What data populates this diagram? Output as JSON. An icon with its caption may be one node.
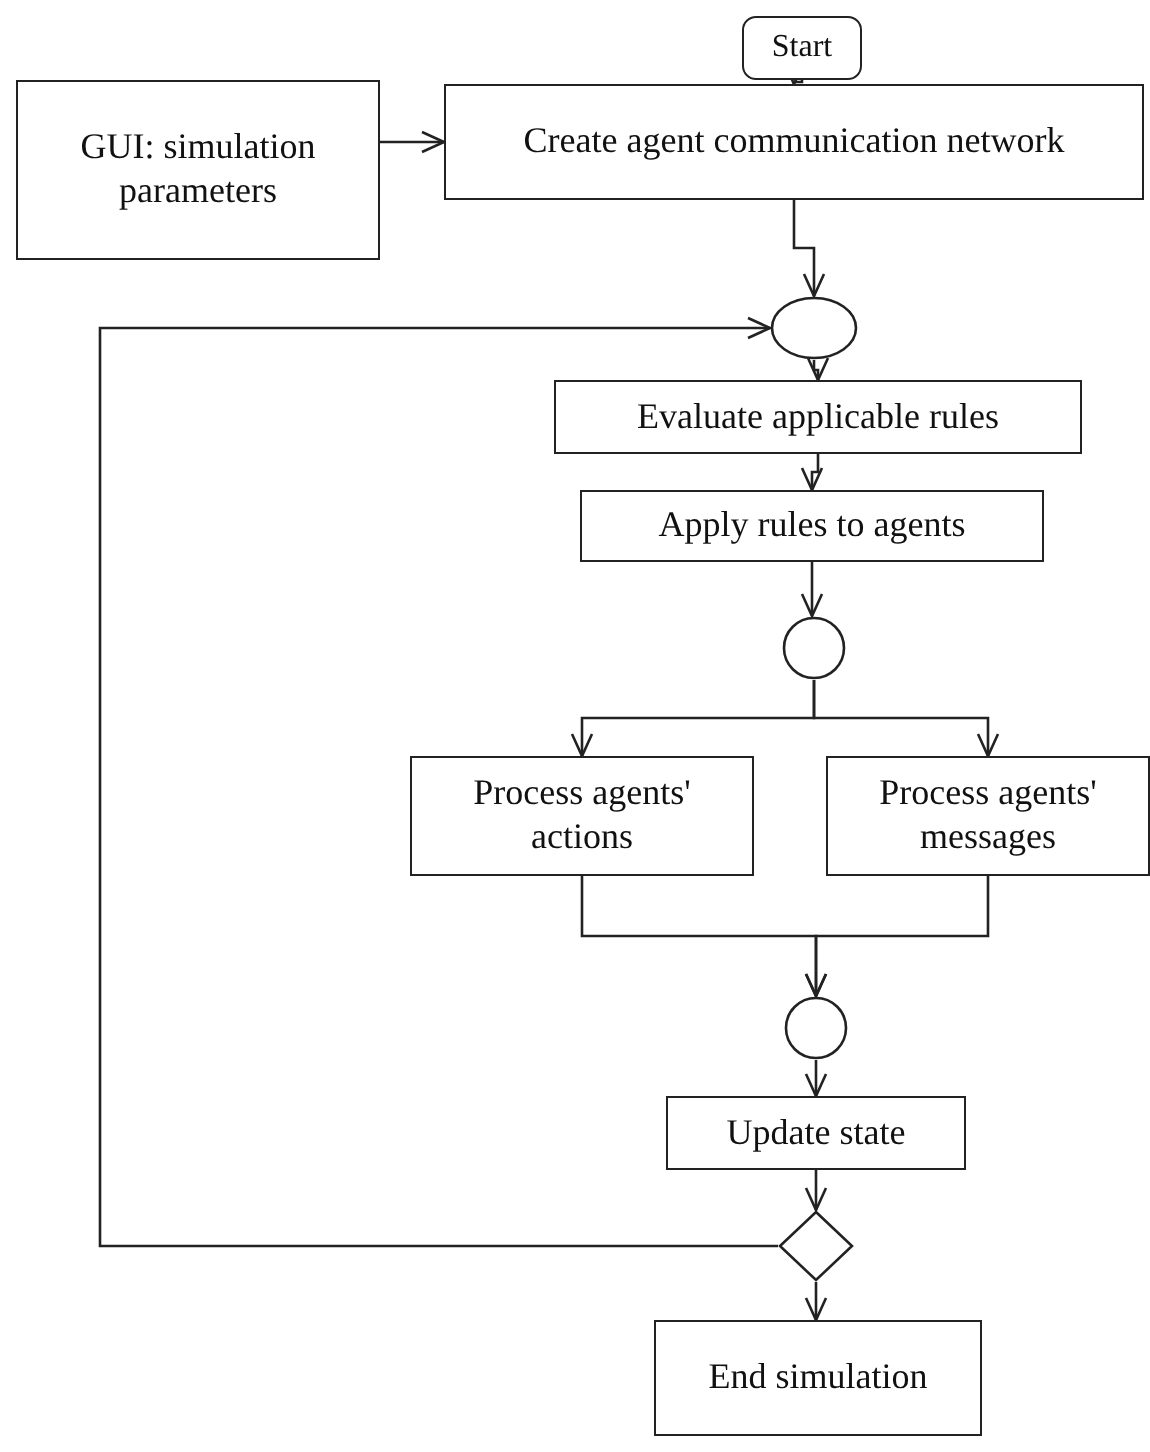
{
  "diagram": {
    "nodes": [
      {
        "text": [
          "Start"
        ]
      },
      {
        "text": [
          "GUI: simulation parameters"
        ]
      },
      {
        "text": [
          "Create agent communication network"
        ]
      },
      {
        "text": [],
        "shape": "ellipse"
      },
      {
        "text": [
          "Evaluate applicable rules"
        ]
      },
      {
        "text": [
          "Apply rules to agents"
        ]
      },
      {
        "text": [],
        "shape": "circle"
      },
      {
        "text": [
          "Process agents' actions"
        ]
      },
      {
        "text": [
          "Process agents' messages"
        ]
      },
      {
        "text": [],
        "shape": "circle"
      },
      {
        "text": [
          "Update state"
        ]
      },
      {
        "text": [],
        "shape": "diamond"
      },
      {
        "text": [
          "End simulation"
        ]
      }
    ],
    "edges": [
      {
        "from": 0,
        "to": 2,
        "arrow": "to"
      },
      {
        "from": 1,
        "to": 2,
        "arrow": "to"
      },
      {
        "from": 2,
        "to": 3,
        "arrow": "to"
      },
      {
        "from": 3,
        "to": 4,
        "arrow": "to"
      },
      {
        "from": 4,
        "to": 5,
        "arrow": "to"
      },
      {
        "from": 5,
        "to": 6,
        "arrow": "to"
      },
      {
        "from": 6,
        "to": 7,
        "arrow": "to"
      },
      {
        "from": 6,
        "to": 8,
        "arrow": "to"
      },
      {
        "from": 7,
        "to": 9,
        "arrow": "to"
      },
      {
        "from": 8,
        "to": 9,
        "arrow": "to"
      },
      {
        "from": 9,
        "to": 10,
        "arrow": "to"
      },
      {
        "from": 10,
        "to": 11,
        "arrow": "to"
      },
      {
        "from": 11,
        "to": 12,
        "arrow": "to"
      },
      {
        "from": 11,
        "to": 3,
        "arrow": "to"
      }
    ]
  }
}
